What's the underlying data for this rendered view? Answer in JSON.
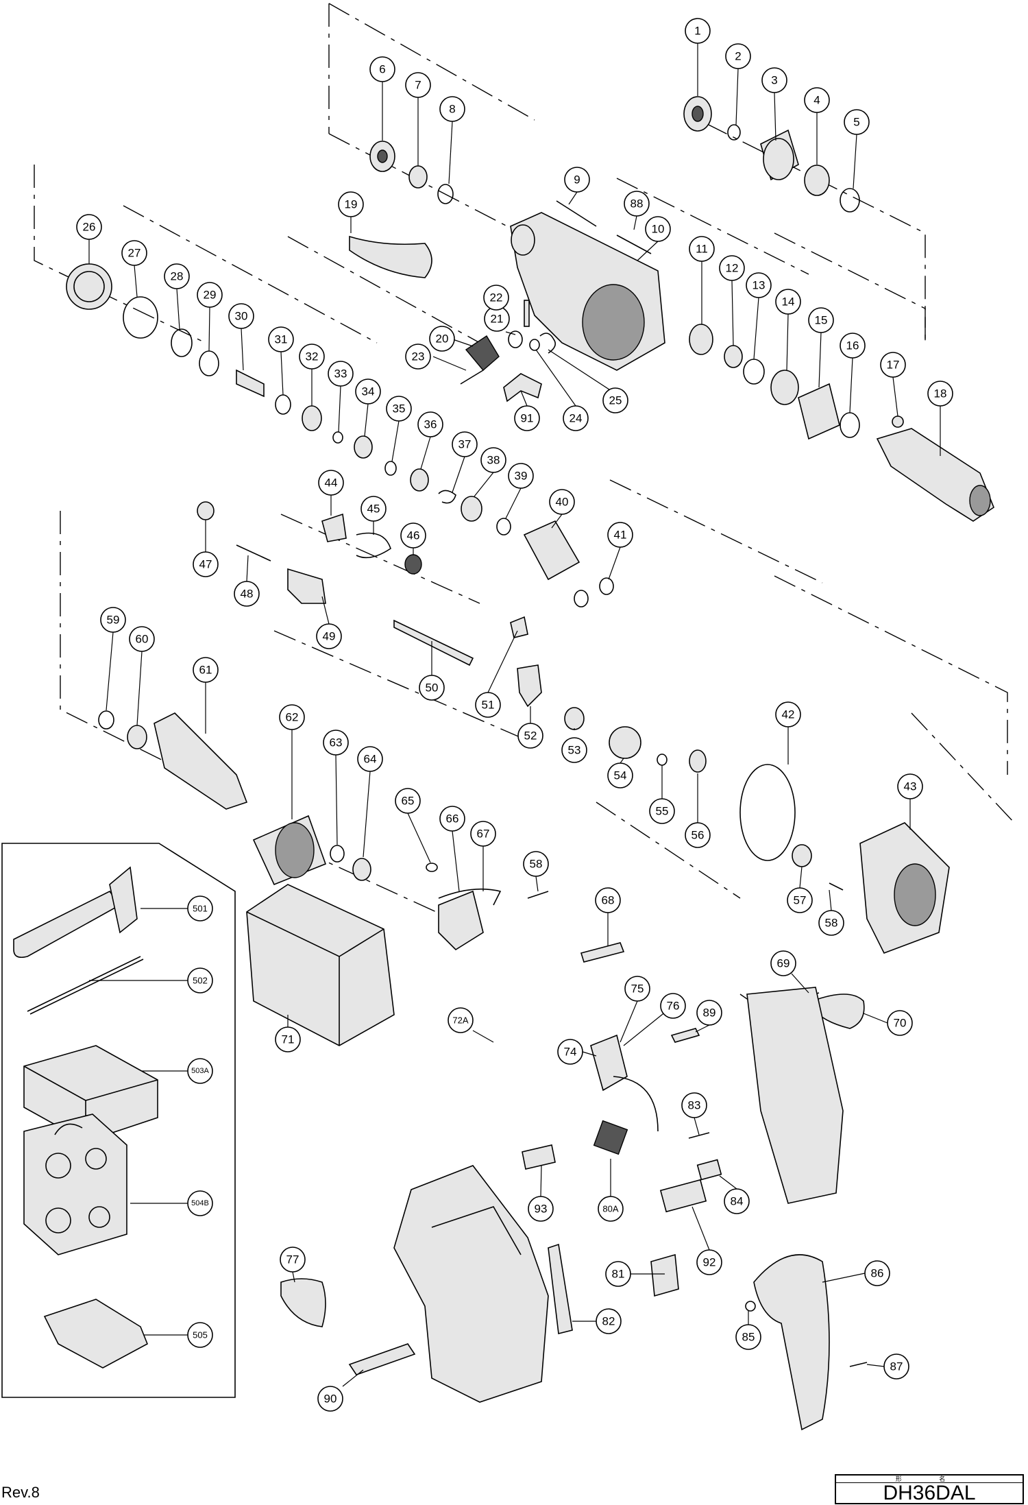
{
  "revision": "Rev.8",
  "model": {
    "header": "形 名",
    "name": "DH36DAL"
  },
  "callouts": [
    "1",
    "2",
    "3",
    "4",
    "5",
    "6",
    "7",
    "8",
    "9",
    "10",
    "11",
    "12",
    "13",
    "14",
    "15",
    "16",
    "17",
    "18",
    "19",
    "20",
    "21",
    "22",
    "23",
    "24",
    "25",
    "26",
    "27",
    "28",
    "29",
    "30",
    "31",
    "32",
    "33",
    "34",
    "35",
    "36",
    "37",
    "38",
    "39",
    "40",
    "41",
    "42",
    "43",
    "44",
    "45",
    "46",
    "47",
    "48",
    "49",
    "50",
    "51",
    "52",
    "53",
    "54",
    "55",
    "56",
    "57",
    "58",
    "58",
    "59",
    "60",
    "61",
    "62",
    "63",
    "64",
    "65",
    "66",
    "67",
    "68",
    "69",
    "70",
    "71",
    "72A",
    "74",
    "75",
    "76",
    "77",
    "80A",
    "81",
    "82",
    "83",
    "84",
    "85",
    "86",
    "87",
    "88",
    "89",
    "90",
    "91",
    "92",
    "93"
  ],
  "accessories": [
    "501",
    "502",
    "503A",
    "504B",
    "505"
  ]
}
